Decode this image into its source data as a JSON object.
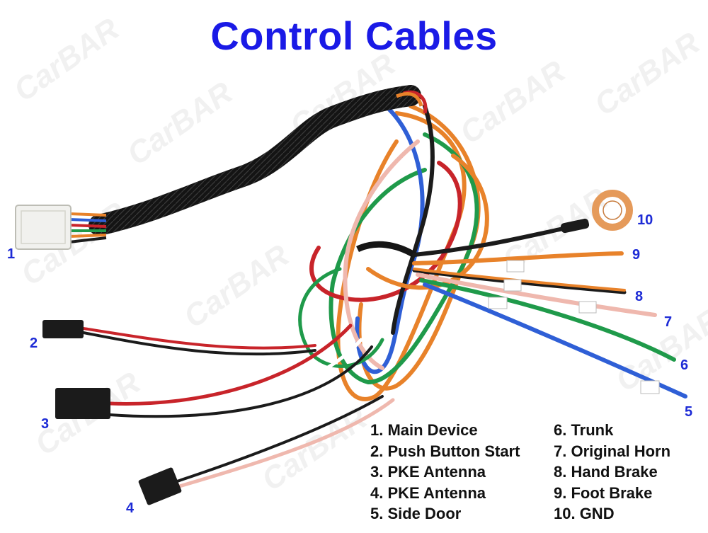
{
  "title": "Control Cables",
  "watermark": "CarBAR",
  "colors": {
    "title": "#1a1ae6",
    "numbers": "#1d2bd6",
    "sleeve": "#141414",
    "wire_orange": "#e8822a",
    "wire_green": "#1f9a4a",
    "wire_blue": "#2f5fd6",
    "wire_red": "#c8242a",
    "wire_pink": "#efb8ae",
    "wire_black": "#1b1b1b",
    "ring_terminal": "#e59a5a"
  },
  "callouts": {
    "n1": "1",
    "n2": "2",
    "n3": "3",
    "n4": "4",
    "n5": "5",
    "n6": "6",
    "n7": "7",
    "n8": "8",
    "n9": "9",
    "n10": "10"
  },
  "legend_left": [
    "1. Main Device",
    "2. Push Button Start",
    "3. PKE Antenna",
    "4. PKE Antenna",
    "5. Side Door"
  ],
  "legend_right": [
    "6. Trunk",
    "7. Original Horn",
    "8. Hand Brake",
    "9. Foot Brake",
    "10. GND"
  ]
}
